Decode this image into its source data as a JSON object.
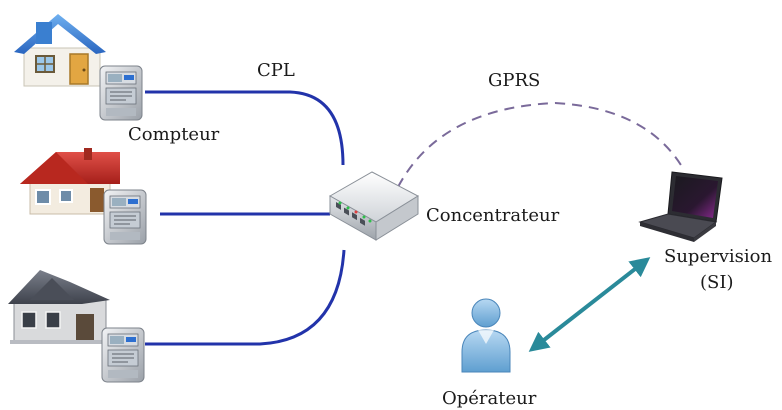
{
  "labels": {
    "cpl": "CPL",
    "gprs": "GPRS",
    "compteur": "Compteur",
    "concentrateur": "Concentrateur",
    "supervision_line1": "Supervision",
    "supervision_line2": "(SI)",
    "operateur": "Opérateur"
  },
  "colors": {
    "cpl_line": "#2233aa",
    "gprs_line": "#7a6a9a",
    "operator_link": "#2a8a9a",
    "house_blue_roof": "#3a7fd0",
    "house_red_roof": "#c8302a",
    "house_gray_roof": "#555a66",
    "operator_body": "#8fbde0"
  },
  "icons": {
    "house_1": "house-blue-icon",
    "house_2": "house-red-icon",
    "house_3": "house-gray-icon",
    "meter": "electric-meter-icon",
    "concentrator": "network-switch-icon",
    "supervision": "laptop-icon",
    "operator": "user-icon"
  }
}
